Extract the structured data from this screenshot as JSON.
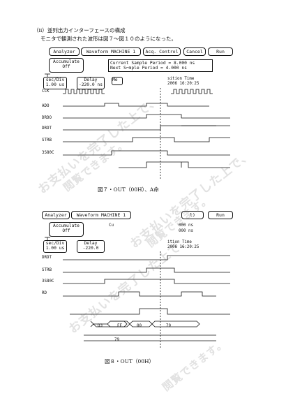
{
  "section_heading": "（ⅱ）並列出力インターフェースの構成",
  "description": "モニタで観測された波形は図７〜図１０のようになった。",
  "screenshot1": {
    "btn_analyzer": "Analyzer",
    "btn_waveform": "Waveform MACHINE 1",
    "btn_acq": "Acq. Control",
    "btn_cancel": "Cancel",
    "btn_run": "Run",
    "accumulate_label": "Accumulate",
    "accumulate_value": "Off",
    "current_sample": "Current Sample Period =   8.000 ns",
    "next_sample": "Next S⌐mple Period =   4.000 ns",
    "sec_div_label": "sec/Div",
    "sec_div_value": "1.00 us",
    "delay_label": "Delay",
    "delay_value": "-220.0 ns",
    "acq_frag": "Me",
    "acq_time_label": "sition Time",
    "acq_time_value": "2006 16:20:25",
    "signals": [
      "CLK",
      "ADO",
      "DRDO",
      "DRDT",
      "STRB",
      "3S80C"
    ]
  },
  "caption1": "図７・OUT（00H）、A命",
  "screenshot2": {
    "btn_analyzer": "Analyzer",
    "btn_waveform": "Waveform MACHINE 1",
    "btn_acq": "l)",
    "btn_run": "Run",
    "accumulate_label": "Accumulate",
    "accumulate_value": "Off",
    "current_sample_frag": "Cu",
    "current_sample_value": "000 ns",
    "next_sample_value": "000 ns",
    "sec_div_label": "sec/Div",
    "sec_div_value": "1.00 us",
    "delay_label": "Delay",
    "delay_value": "-220.0",
    "acq_time_label": "ition Time",
    "acq_time_value": "2006 16:20:25",
    "signals": [
      "DRDT",
      "STRB",
      "3S80C",
      "RD"
    ],
    "bus_values": [
      "D3",
      "FF",
      "00",
      "79"
    ],
    "bus_bottom": "79"
  },
  "caption2": "図８・OUT（00H）",
  "watermark_line1": "お支払いを完了した上で、",
  "watermark_line2": "閲覧できます。"
}
